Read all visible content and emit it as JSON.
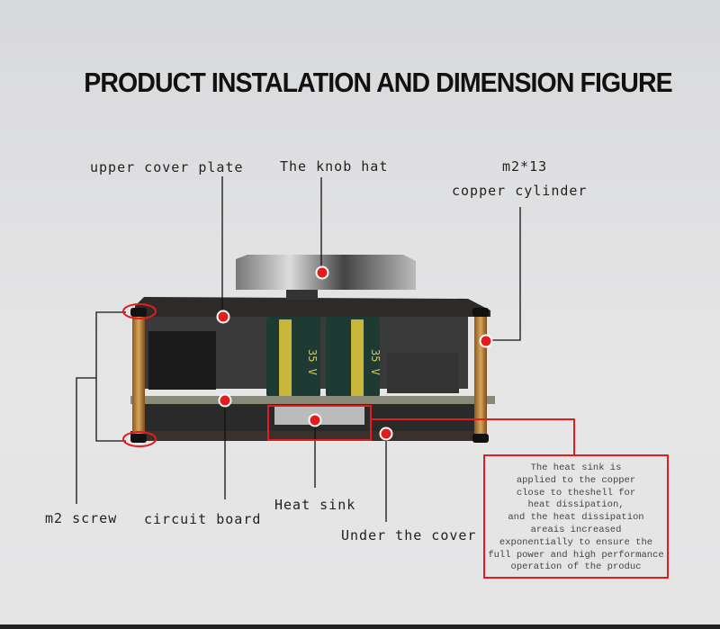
{
  "title": "PRODUCT INSTALATION AND DIMENSION FIGURE",
  "labels": {
    "upper_cover": "upper cover plate",
    "knob_hat": "The knob hat",
    "cylinder_line1": "m2*13",
    "cylinder_line2": "copper cylinder",
    "m2_screw": "m2 screw",
    "circuit_board": "circuit board",
    "heat_sink": "Heat sink",
    "under_cover": "Under the cover"
  },
  "capacitor_text": "35 V",
  "note_lines": [
    "The heat sink is",
    "applied to the copper",
    "close to theshell for",
    "heat dissipation,",
    "and the heat dissipation",
    "areais increased",
    "exponentially to ensure the",
    "full power and high performance",
    "operation of the produc"
  ],
  "colors": {
    "accent": "#e51c1c"
  }
}
